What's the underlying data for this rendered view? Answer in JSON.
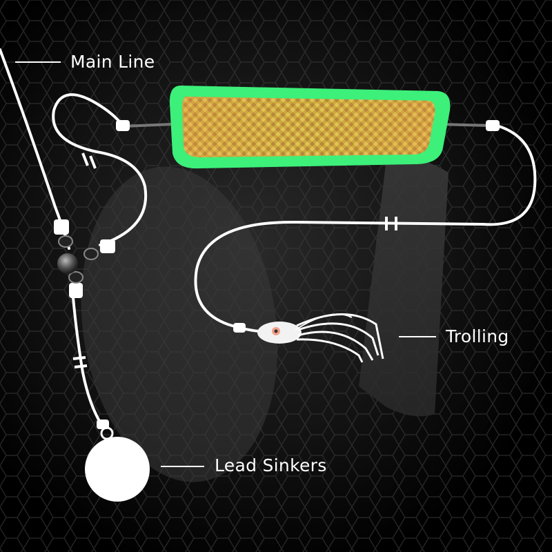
{
  "labels": {
    "main_line": "Main Line",
    "trolling": "Trolling",
    "lead_sinkers": "Lead Sinkers"
  },
  "colors": {
    "background": "#000000",
    "line": "#ffffff",
    "flasher_body": "#3cf07a",
    "flasher_foil": "#c9b340",
    "flasher_foil_highlight": "#e8a04a"
  },
  "components": [
    "main-line",
    "three-way-swivel",
    "leader-line",
    "flasher",
    "squid-lure",
    "lead-sinker"
  ]
}
